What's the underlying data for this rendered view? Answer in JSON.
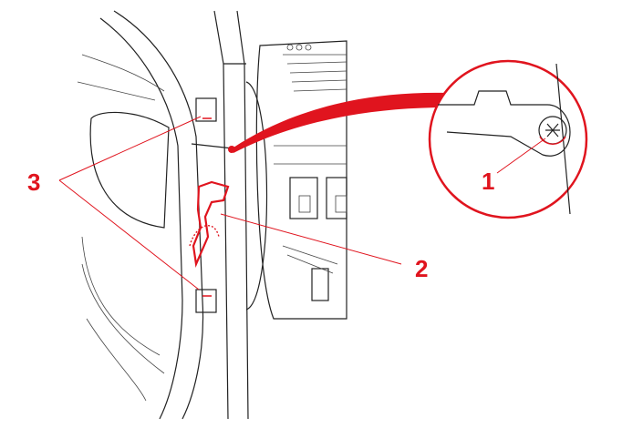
{
  "callouts": {
    "one": "1",
    "two": "2",
    "three": "3"
  },
  "colors": {
    "accent": "#e0141e",
    "line": "#222222"
  }
}
